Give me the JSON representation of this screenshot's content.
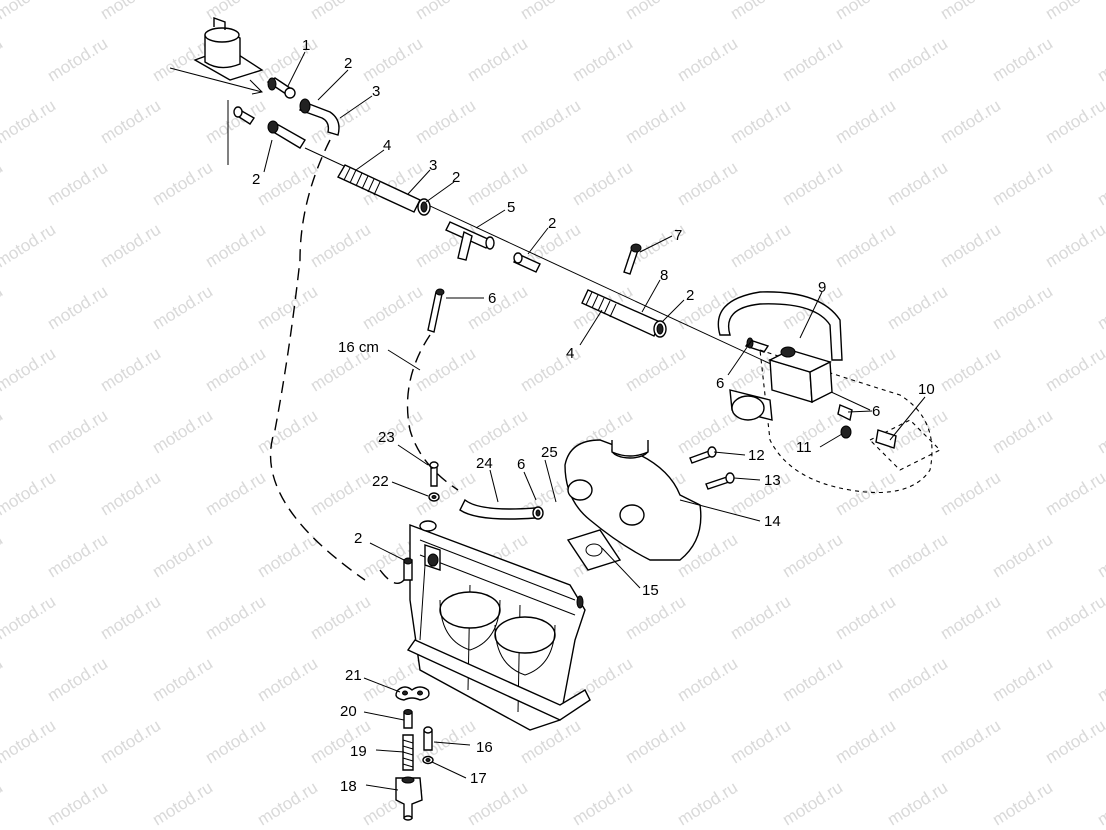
{
  "watermark": {
    "text": "motod.ru"
  },
  "callouts": [
    {
      "id": "c1",
      "text": "1"
    },
    {
      "id": "c2a",
      "text": "2"
    },
    {
      "id": "c3a",
      "text": "3"
    },
    {
      "id": "c2b",
      "text": "2"
    },
    {
      "id": "c4a",
      "text": "4"
    },
    {
      "id": "c3b",
      "text": "3"
    },
    {
      "id": "c2c",
      "text": "2"
    },
    {
      "id": "c5",
      "text": "5"
    },
    {
      "id": "c2d",
      "text": "2"
    },
    {
      "id": "c7",
      "text": "7"
    },
    {
      "id": "c6a",
      "text": "6"
    },
    {
      "id": "c8",
      "text": "8"
    },
    {
      "id": "c2e",
      "text": "2"
    },
    {
      "id": "c9",
      "text": "9"
    },
    {
      "id": "c16cm",
      "text": "16 cm"
    },
    {
      "id": "c4b",
      "text": "4"
    },
    {
      "id": "c6b",
      "text": "6"
    },
    {
      "id": "c10",
      "text": "10"
    },
    {
      "id": "c6c",
      "text": "6"
    },
    {
      "id": "c11",
      "text": "11"
    },
    {
      "id": "c23",
      "text": "23"
    },
    {
      "id": "c25",
      "text": "25"
    },
    {
      "id": "c24",
      "text": "24"
    },
    {
      "id": "c6d",
      "text": "6"
    },
    {
      "id": "c12",
      "text": "12"
    },
    {
      "id": "c22",
      "text": "22"
    },
    {
      "id": "c13",
      "text": "13"
    },
    {
      "id": "c14",
      "text": "14"
    },
    {
      "id": "c2f",
      "text": "2"
    },
    {
      "id": "c15",
      "text": "15"
    },
    {
      "id": "c21",
      "text": "21"
    },
    {
      "id": "c20",
      "text": "20"
    },
    {
      "id": "c16",
      "text": "16"
    },
    {
      "id": "c19",
      "text": "19"
    },
    {
      "id": "c17",
      "text": "17"
    },
    {
      "id": "c18",
      "text": "18"
    }
  ]
}
